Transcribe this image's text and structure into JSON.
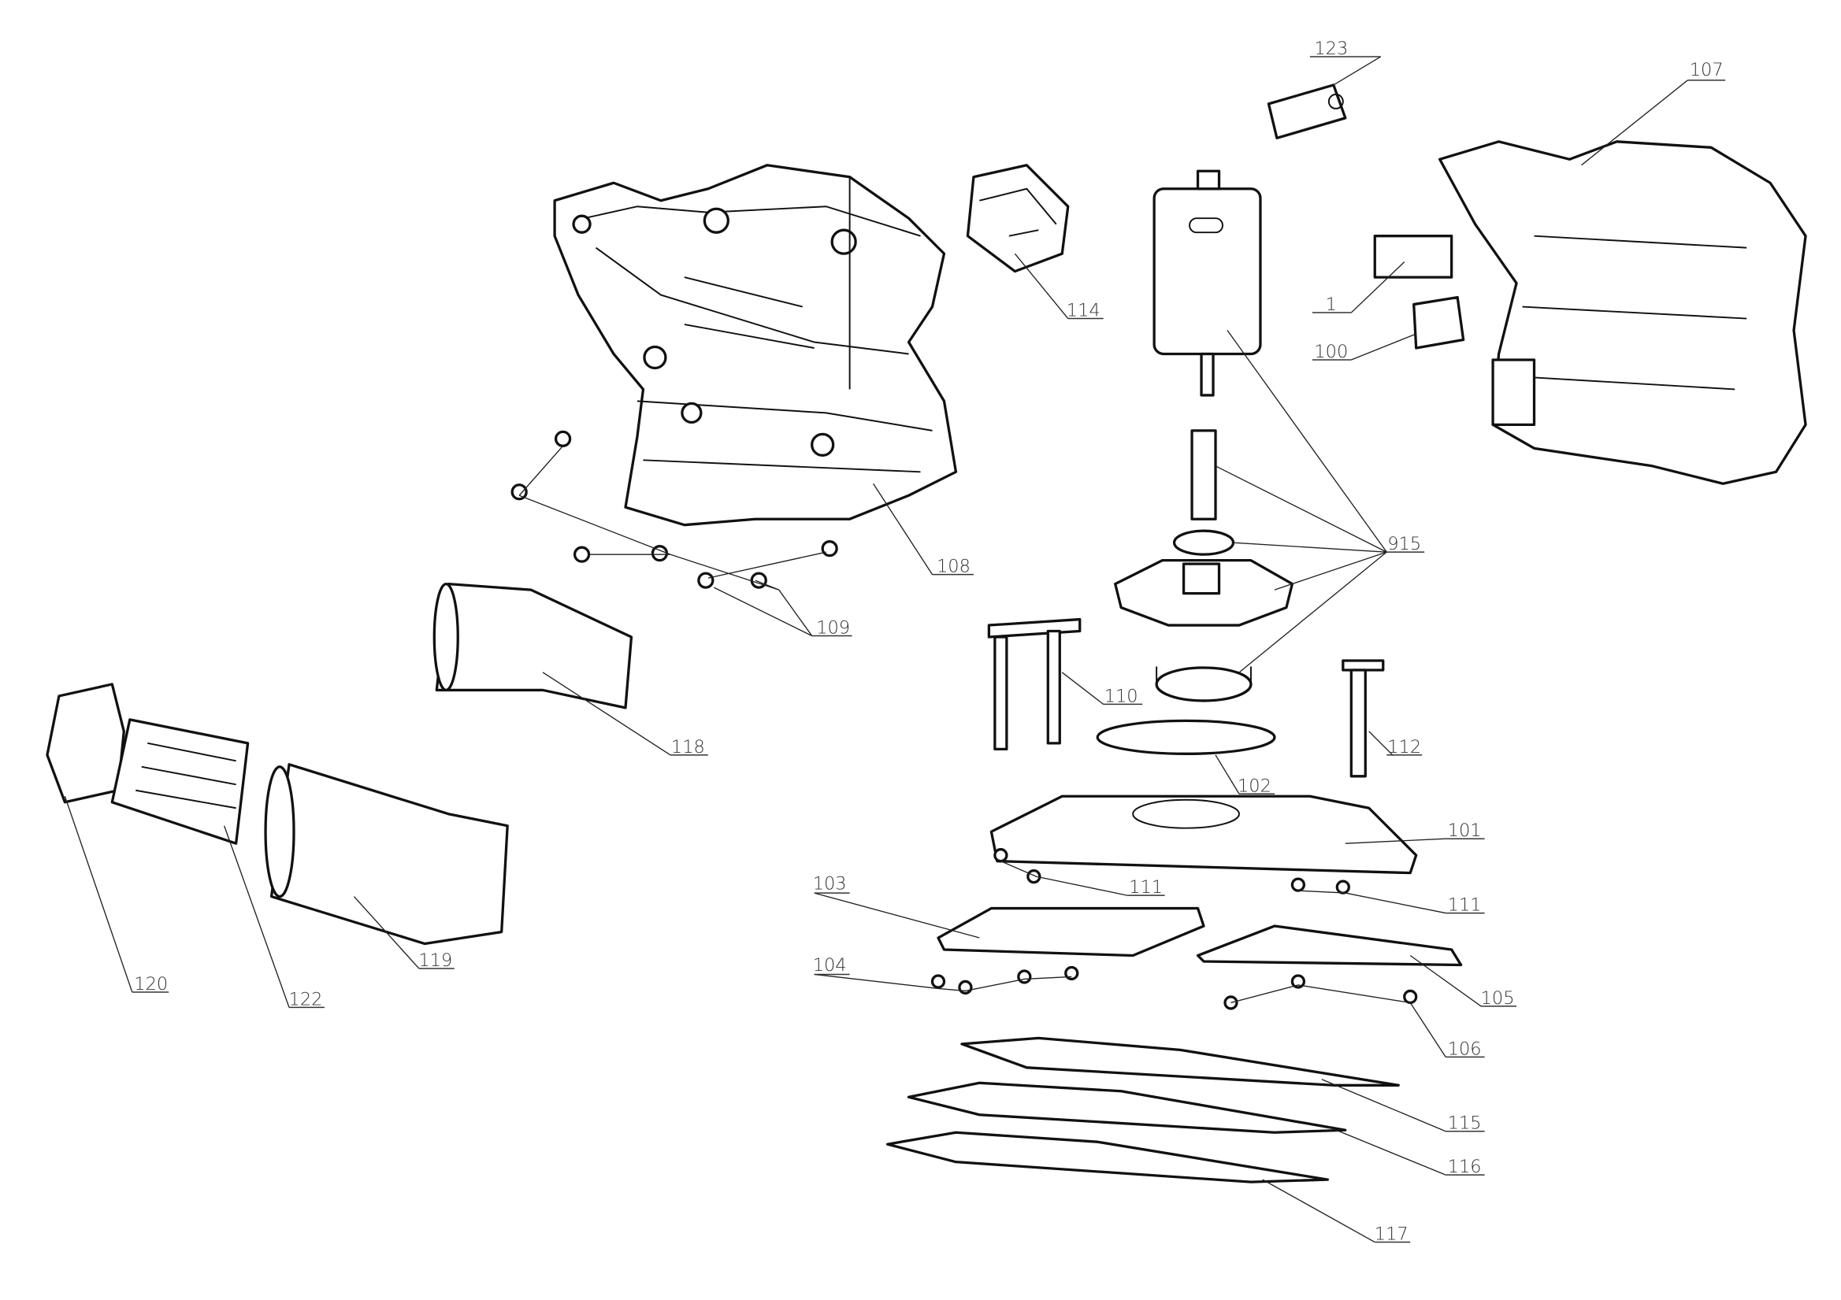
{
  "diagram": {
    "type": "exploded-parts-view",
    "callouts": [
      {
        "id": "123",
        "text": "123"
      },
      {
        "id": "107",
        "text": "107"
      },
      {
        "id": "114",
        "text": "114"
      },
      {
        "id": "1",
        "text": "1"
      },
      {
        "id": "100",
        "text": "100"
      },
      {
        "id": "108",
        "text": "108"
      },
      {
        "id": "915",
        "text": "915"
      },
      {
        "id": "109",
        "text": "109"
      },
      {
        "id": "110",
        "text": "110"
      },
      {
        "id": "112",
        "text": "112"
      },
      {
        "id": "118",
        "text": "118"
      },
      {
        "id": "102",
        "text": "102"
      },
      {
        "id": "101",
        "text": "101"
      },
      {
        "id": "103",
        "text": "103"
      },
      {
        "id": "111a",
        "text": "111"
      },
      {
        "id": "111b",
        "text": "111"
      },
      {
        "id": "104",
        "text": "104"
      },
      {
        "id": "105",
        "text": "105"
      },
      {
        "id": "119",
        "text": "119"
      },
      {
        "id": "120",
        "text": "120"
      },
      {
        "id": "122",
        "text": "122"
      },
      {
        "id": "106",
        "text": "106"
      },
      {
        "id": "115",
        "text": "115"
      },
      {
        "id": "116",
        "text": "116"
      },
      {
        "id": "117",
        "text": "117"
      }
    ]
  }
}
